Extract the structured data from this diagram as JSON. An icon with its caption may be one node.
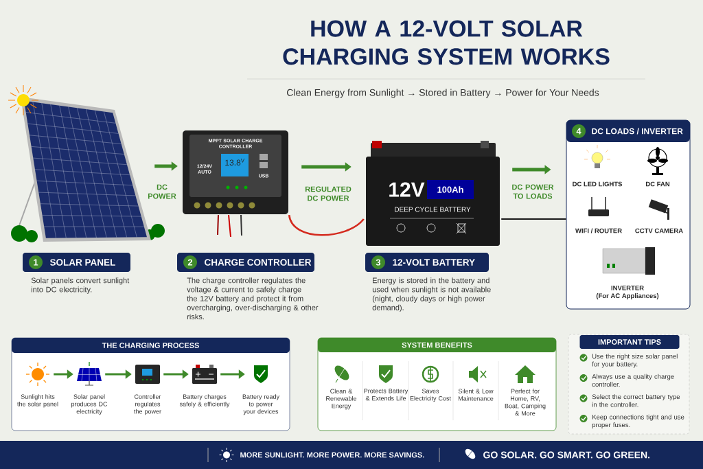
{
  "diagram": {
    "title": "HOW A 12-VOLT SOLAR CHARGING SYSTEM WORKS",
    "nodes": [
      {
        "text": [],
        "shape": "picture"
      },
      {
        "text": [
          "MPPT SOLAR CHARGE CONTROLLER",
          "13.8$^{V}$",
          "12/24V AUTO",
          "USB"
        ]
      },
      {
        "text": [
          "12V",
          "100Ah",
          "DEEP CYCLE BATTERY"
        ]
      },
      {
        "text": [],
        "shape": "box"
      },
      {
        "text": [
          "4",
          "DC LOADS / INVERTER"
        ],
        "in": 3
      },
      {
        "text": [
          "DC LED LIGHTS"
        ],
        "in": 3
      },
      {
        "text": [
          "DC FAN"
        ],
        "in": 3
      },
      {
        "text": [
          "WIFI / ROUTER"
        ],
        "in": 3
      },
      {
        "text": [
          "CCTV CAMERA"
        ],
        "in": 3
      },
      {
        "text": [
          "INVERTER",
          "(For AC Appliances)"
        ],
        "in": 3
      },
      {
        "text": [
          "1",
          "SOLAR PANEL"
        ],
        "beside": [
          "Solar panels convert sunlight into DC electricity."
        ]
      },
      {
        "text": [
          "2",
          "CHARGE CONTROLLER"
        ],
        "beside": [
          "The charge controller regulates the voltage & current to safely charge the 12V battery and protect it from overcharging, over-discharging & other risks."
        ]
      },
      {
        "text": [
          "3",
          "12-VOLT BATTERY"
        ],
        "beside": [
          "Energy is stored in the battery and used when sunlight is not available (night, cloudy days or high power demand)."
        ]
      },
      {
        "text": [
          "THE CHARGING PROCESS"
        ]
      },
      {
        "text": [],
        "shape": "picture",
        "in": 13,
        "beside": [
          "Sunlight hits the solar panel"
        ]
      },
      {
        "text": [],
        "shape": "picture",
        "in": 13,
        "beside": [
          "Solar panel produces DC electricity"
        ]
      },
      {
        "text": [],
        "shape": "picture",
        "in": 13,
        "beside": [
          "Controller regulates the power"
        ]
      },
      {
        "text": [],
        "shape": "picture",
        "in": 13,
        "beside": [
          "Battery charges safely & efficiently"
        ]
      },
      {
        "text": [],
        "shape": "picture",
        "in": 13,
        "beside": [
          "Battery ready to power your devices"
        ]
      },
      {
        "text": [
          "SYSTEM BENEFITS"
        ]
      },
      {
        "text": [
          "Clean & Renewable Energy"
        ],
        "in": 19
      },
      {
        "text": [
          "Protects Battery & Extends Life"
        ],
        "in": 19
      },
      {
        "text": [
          "Saves Electricity Cost"
        ],
        "in": 19
      },
      {
        "text": [
          "Silent & Low Maintenance"
        ],
        "in": 19
      },
      {
        "text": [
          "Perfect for Home, RV, Boat, Camping & More"
        ],
        "in": 19
      },
      {
        "text": [
          "IMPORTANT TIPS",
          "Use the right size solar panel for your battery.",
          "Always use a quality charge controller.",
          "Select the correct battery type in the controller.",
          "Keep connections tight and use proper fuses."
        ]
      }
    ],
    "edges": [
      {
        "from": 0,
        "to": 1,
        "arrow": "to",
        "label": "DC POWER"
      },
      {
        "from": 1,
        "to": 2,
        "arrow": "to",
        "label": "REGULATED DC POWER"
      },
      {
        "from": 2,
        "to": 3,
        "arrow": "to",
        "label": "DC POWER TO LOADS"
      },
      {
        "from": 1,
        "to": 2,
        "arrow": "none",
        "color": "#d42a1e"
      },
      {
        "from": 2,
        "to": 3,
        "arrow": "none",
        "color": "#1a1a1a"
      },
      {
        "from": 14,
        "to": 15,
        "arrow": "to"
      },
      {
        "from": 15,
        "to": 16,
        "arrow": "to"
      },
      {
        "from": 16,
        "to": 17,
        "arrow": "to"
      },
      {
        "from": 17,
        "to": 18,
        "arrow": "to"
      }
    ],
    "labels": [
      "Clean Energy from Sunlight → Stored in Battery → Power for Your Needs",
      "MORE SUNLIGHT. MORE POWER. MORE SAVINGS.",
      "GO SOLAR. GO SMART. GO GREEN."
    ]
  }
}
